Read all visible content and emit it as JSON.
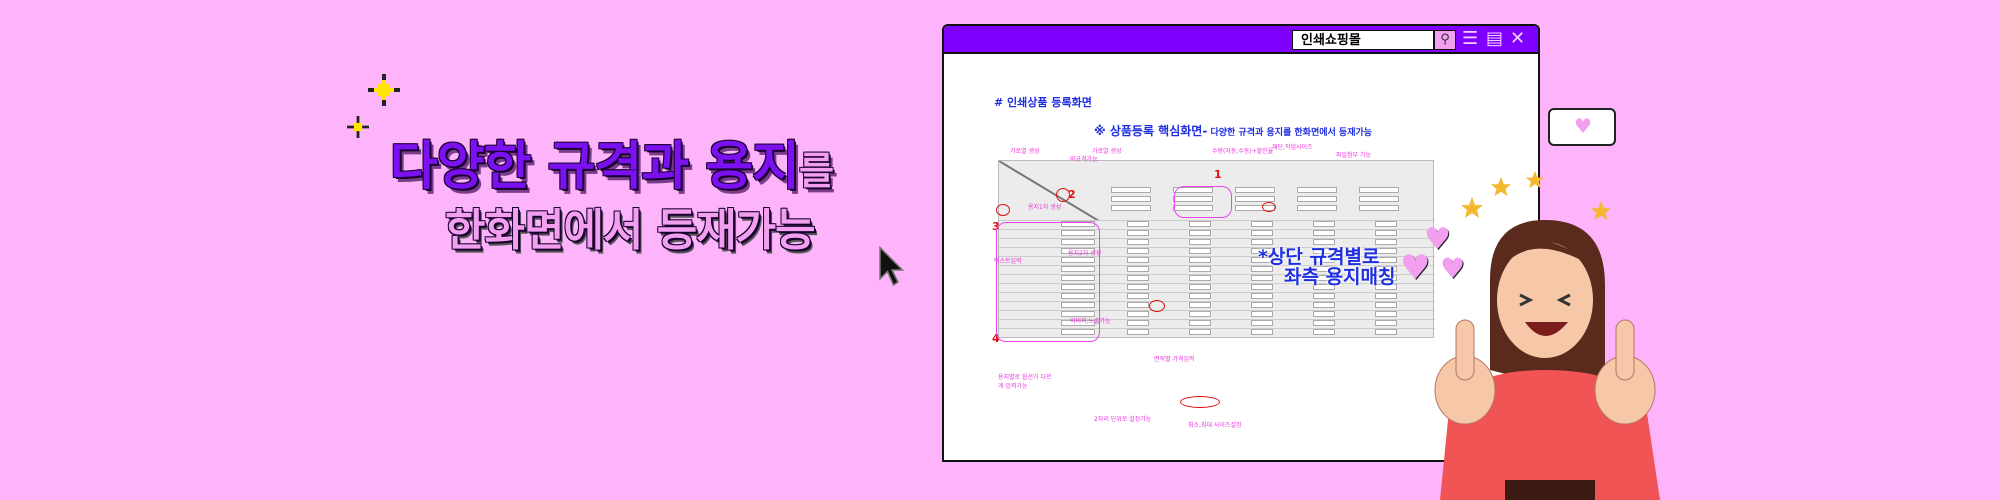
{
  "banner": {
    "headline_main": "다양한 규격과 용지",
    "headline_suffix": "를",
    "headline_line2": "한화면에서 등재가능"
  },
  "window": {
    "search_value": "인쇄쇼핑몰",
    "icons": [
      "search-icon",
      "menu-icon",
      "maximize-icon",
      "close-icon"
    ],
    "page_title": "# 인쇄상품 등록화면",
    "subtitle_main": "※ 상품등록 핵심화면-",
    "subtitle_rest": " 다양한 규격과 용지를 한화면에서 등재가능",
    "markers": [
      "1",
      "2",
      "3",
      "4"
    ],
    "annotations": {
      "col_create_1": "가로열 생성",
      "nonstandard": "비규격가능",
      "col_create_2": "가로열 생성",
      "quantity": "수량(자동,수동)+할인율",
      "cut_size": "재단,작업사이즈",
      "file_attach": "파일첨부 기능",
      "paper_1": "용지1차 생성",
      "paper_2": "용지2차 생성",
      "text_input": "텍스트입력",
      "image_expose": "이미지,노출가능",
      "area_price": "면적별 가격입력",
      "paper_option": "용지별로 옵션가 다르게 입력가능",
      "two_digit": "2자리 단위로 설정가능",
      "min_max": "최소,최대 사이즈설정"
    },
    "overlay_line1": "*상단 규격별로",
    "overlay_line2": "좌측 용지매칭"
  },
  "colors": {
    "background": "#fdb4fb",
    "accent": "#7f00ff",
    "pink": "#f29ff0",
    "blue": "#1e2ee0"
  }
}
